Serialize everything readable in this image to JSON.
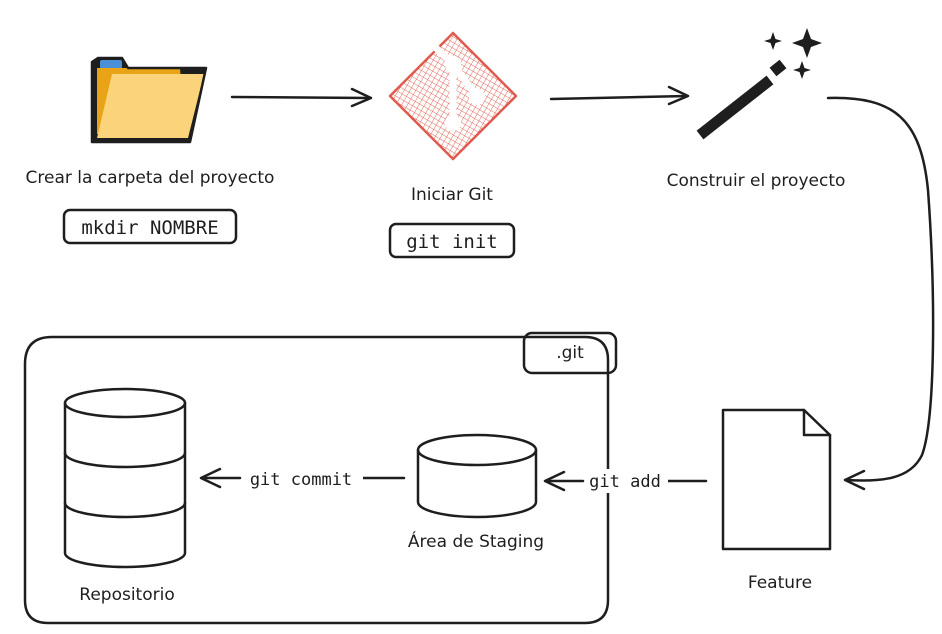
{
  "steps": {
    "create_folder": {
      "label": "Crear la carpeta del proyecto",
      "command": "mkdir NOMBRE"
    },
    "init_git": {
      "label": "Iniciar Git",
      "command": "git init"
    },
    "build": {
      "label": "Construir el proyecto"
    },
    "feature": {
      "label": "Feature"
    }
  },
  "git_box": {
    "tag": ".git",
    "staging_label": "Área de Staging",
    "repository_label": "Repositorio"
  },
  "arrows": {
    "add_label": "git add",
    "commit_label": "git commit"
  },
  "colors": {
    "stroke": "#1e1e1e",
    "cylinder_fill": "#7a8187",
    "folder_fill": "#fbd37a",
    "folder_shadow": "#e8a317",
    "folder_tab": "#4a90d9",
    "git_logo": "#e05a4e",
    "hatch": "#555555"
  },
  "icons": {
    "folder": "folder-icon",
    "git": "git-logo-icon",
    "wand": "magic-wand-icon",
    "document": "document-icon",
    "database": "database-icon"
  }
}
